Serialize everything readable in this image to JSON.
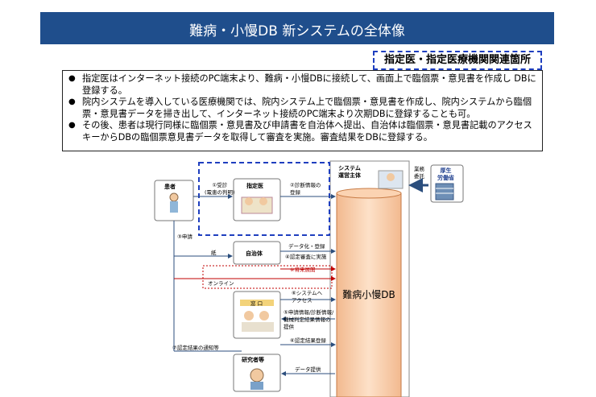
{
  "header": {
    "title": "難病・小慢DB 新システムの全体像"
  },
  "tag": {
    "label": "指定医・指定医療機関関連箇所"
  },
  "bullets": [
    "指定医はインターネット接続のPC端末より、難病・小慢DBに接続して、画面上で臨個票・意見書を作成し DBに登録する。",
    "院内システムを導入している医療機関では、院内システム上で臨個票・意見書を作成し、院内システムから臨個票・意見書データを掃き出して、インターネット接続のPC端末より次期DBに登録することも可。",
    "その後、患者は現行同様に臨個票・意見書及び申請書を自治体へ提出、自治体は臨個票・意見書記載のアクセスキーからDBの臨個票意見書データを取得して審査を実施。審査結果をDBに登録する。"
  ],
  "diagram": {
    "patient": "患者",
    "doctor": "指定医",
    "municipality": "自治体",
    "researcher": "研究者等",
    "operator": "システム\n運営主体",
    "ministry": "厚生\n労働省",
    "db": "難病小慢DB",
    "step1": "①受診\n(電患の判明)",
    "step2": "②診断情報の\n登録",
    "step3": "③申請",
    "paper": "紙",
    "online": "オンライン",
    "datafy": "データ化・登録",
    "step4": "④認定審査に実施",
    "future": "※将来展開",
    "access": "⑥システムへ\nアクセス",
    "step5": "⑤申請情報/診断情報/\n機械判定結果情報の\n提供",
    "step6": "⑥認定結果登録",
    "step7": "⑦認定結果の通知等",
    "dataProvide": "データ提供",
    "commission": "業務\n委託",
    "counter": "窓 口"
  }
}
